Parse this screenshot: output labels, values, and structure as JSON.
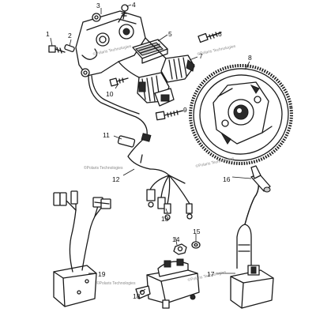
{
  "callouts": {
    "c1": "1",
    "c2": "2",
    "c3": "3",
    "c4": "4",
    "c5": "5",
    "c6": "6",
    "c7": "7",
    "c8": "8",
    "c9": "9",
    "c10": "10",
    "c11": "11",
    "c12": "12",
    "c13": "13",
    "c14": "14",
    "c15": "15",
    "c16": "16",
    "c17": "17",
    "c18": "18",
    "c19": "19"
  },
  "watermark": "©Polaris Technologies",
  "colors": {
    "ink": "#1a1a1a",
    "paper": "#ffffff",
    "watermark": "#8a8a8a"
  }
}
